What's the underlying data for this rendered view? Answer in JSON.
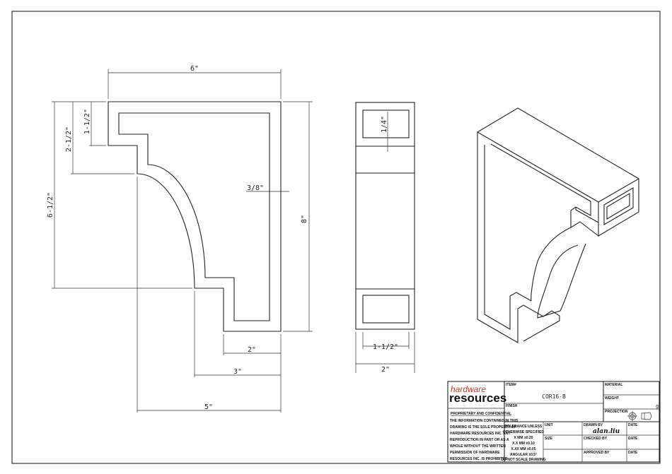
{
  "dimensions": {
    "width_top": "6\"",
    "height_total": "8\"",
    "height_left": "6-1/2\"",
    "height_step2": "2-1/2\"",
    "height_step1": "1-1/2\"",
    "wall": "3/8\"",
    "bottom_2": "2\"",
    "bottom_3": "3\"",
    "bottom_5": "5\"",
    "side_inner": "1/4\"",
    "side_width_inner": "1-1/2\"",
    "side_width": "2\""
  },
  "title_block": {
    "logo_top": "hardware",
    "logo_bottom": "resources",
    "item_label": "ITEM#",
    "item_value": "COR16-B",
    "material_label": "MATERIAL",
    "weight_label": "WEIGHT",
    "weight_value": "g",
    "finish_label": "FINISH",
    "projection_label": "PROJECTION",
    "proprietary": "PROPRIETARY AND CONFIDENTIAL",
    "notice": [
      "THE INFORMATION CONTAINED IN THIS",
      "DRAWING IS THE SOLE PROPERTY OF",
      "HARDWARE RESOURCES INC.  ANY",
      "REPRODUCTION IN PART OR AS A",
      "WHOLE  WITHOUT THE WRITTEN",
      "PERMISSION OF HARDWARE",
      "RESOURCES INC. IS PROHIBITED"
    ],
    "tolerance": [
      "TOLERANCE UNLESS",
      "OTHERWISE SPECIFIED",
      "X    MM    ±0.20",
      "X.X   MM    ±0.10",
      "X.XX  MM   ±0.05",
      "ANGULAR      ±0.5°",
      "DO NOT SCALE DRAWING"
    ],
    "unit_label": "UNIT",
    "size_label": "SIZE",
    "drawn_by_label": "DRAWN BY",
    "drawn_by_value": "alan.liu",
    "checked_by_label": "CHECKED BY",
    "approved_by_label": "APPROVED BY",
    "date_label": "DATE",
    "logo_color": "#c0392b"
  }
}
